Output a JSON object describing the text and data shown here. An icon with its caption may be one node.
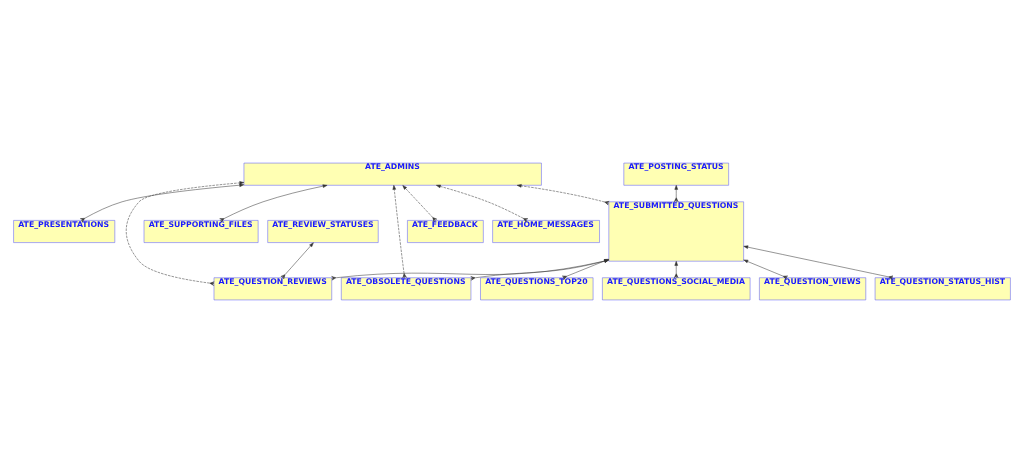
{
  "diagram": {
    "nodes": [
      {
        "text": [
          "ATE_ADMINS"
        ]
      },
      {
        "text": [
          "ATE_OBSOLETE_QUESTIONS"
        ]
      },
      {
        "text": [
          "ATE_SUPPORTING_FILES"
        ]
      },
      {
        "text": [
          "ATE_FEEDBACK"
        ]
      },
      {
        "text": [
          "ATE_HOME_MESSAGES"
        ]
      },
      {
        "text": [
          "ATE_PRESENTATIONS"
        ]
      },
      {
        "text": [
          "ATE_QUESTION_REVIEWS"
        ]
      },
      {
        "text": [
          "ATE_SUBMITTED_QUESTIONS"
        ]
      },
      {
        "text": [
          "ATE_QUESTIONS_TOP20"
        ]
      },
      {
        "text": [
          "ATE_QUESTIONS_SOCIAL_MEDIA"
        ]
      },
      {
        "text": [
          "ATE_REVIEW_STATUSES"
        ]
      },
      {
        "text": [
          "ATE_QUESTION_VIEWS"
        ]
      },
      {
        "text": [
          "ATE_POSTING_STATUS"
        ]
      },
      {
        "text": [
          "ATE_QUESTION_STATUS_HIST"
        ]
      }
    ],
    "edges": [
      {
        "from": 1,
        "to": 0,
        "arrow": "to",
        "style": "dashed"
      },
      {
        "from": 4,
        "to": 0,
        "arrow": "to",
        "style": "dashed"
      },
      {
        "from": 2,
        "to": 0,
        "arrow": "to"
      },
      {
        "from": 5,
        "to": 0,
        "arrow": "to"
      },
      {
        "from": 3,
        "to": 0,
        "arrow": "to",
        "style": "dashed"
      },
      {
        "from": 6,
        "to": 0,
        "arrow": "to",
        "style": "dashed"
      },
      {
        "from": 7,
        "to": 0,
        "arrow": "to",
        "style": "dashed"
      },
      {
        "from": 1,
        "to": 7,
        "arrow": "to"
      },
      {
        "from": 8,
        "to": 7,
        "arrow": "to"
      },
      {
        "from": 9,
        "to": 7,
        "arrow": "to"
      },
      {
        "from": 6,
        "to": 7,
        "arrow": "to"
      },
      {
        "from": 11,
        "to": 7,
        "arrow": "to"
      },
      {
        "from": 7,
        "to": 12,
        "arrow": "to"
      },
      {
        "from": 6,
        "to": 10,
        "arrow": "to"
      },
      {
        "from": 13,
        "to": 7,
        "arrow": "to"
      }
    ]
  }
}
